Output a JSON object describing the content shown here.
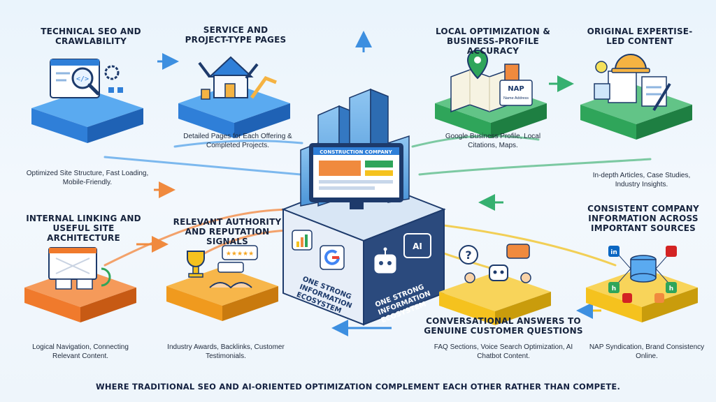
{
  "colors": {
    "blue": "#2f7fd8",
    "light_blue": "#5aaaf0",
    "green": "#2fa55a",
    "orange": "#f07a2c",
    "yellow": "#f5c21e",
    "navy": "#1d3a6b",
    "arrow_blue": "#3d8fe0",
    "arrow_orange": "#f08a3e",
    "arrow_green": "#36b070"
  },
  "center": {
    "screen_label": "CONSTRUCTION COMPANY",
    "left_face_text": "ONE STRONG INFORMATION ECOSYSTEM",
    "right_face_text": "ONE STRONG INFORMATION ECOSYSTEM",
    "icons": [
      "google-icon",
      "ai-chip-icon",
      "robot-icon",
      "analytics-icon"
    ]
  },
  "blocks": [
    {
      "id": "technical-seo",
      "title": "TECHNICAL SEO AND CRAWLABILITY",
      "description": "Optimized Site Structure, Fast Loading, Mobile-Friendly.",
      "icon": "code-magnifier-icon"
    },
    {
      "id": "service-pages",
      "title": "SERVICE AND PROJECT-TYPE PAGES",
      "description": "Detailed Pages for Each Offering & Completed Projects.",
      "icon": "house-tools-icon"
    },
    {
      "id": "local-optimization",
      "title": "LOCAL OPTIMIZATION & BUSINESS-PROFILE ACCURACY",
      "description": "Google Business Profile, Local Citations, Maps.",
      "icon": "map-pin-icon",
      "nap_label": "NAP",
      "nap_sub": "Name Address"
    },
    {
      "id": "original-content",
      "title": "ORIGINAL EXPERTISE-LED CONTENT",
      "description": "In-depth Articles, Case Studies, Industry Insights.",
      "icon": "hardhat-document-icon"
    },
    {
      "id": "internal-linking",
      "title": "INTERNAL LINKING AND USEFUL SITE ARCHITECTURE",
      "description": "Logical Navigation, Connecting Relevant Content.",
      "icon": "sitemap-icon"
    },
    {
      "id": "authority",
      "title": "RELEVANT AUTHORITY AND REPUTATION SIGNALS",
      "description": "Industry Awards, Backlinks, Customer Testimonials.",
      "icon": "trophy-handshake-icon"
    },
    {
      "id": "conversational",
      "title": "CONVERSATIONAL ANSWERS TO GENUINE CUSTOMER QUESTIONS",
      "description": "FAQ Sections, Voice Search Optimization, AI Chatbot Content.",
      "icon": "chatbot-icon"
    },
    {
      "id": "consistent-info",
      "title": "CONSISTENT COMPANY INFORMATION ACROSS IMPORTANT SOURCES",
      "description": "NAP Syndication, Brand Consistency Online.",
      "icon": "database-network-icon"
    }
  ],
  "footer": "WHERE TRADITIONAL SEO AND AI-ORIENTED OPTIMIZATION COMPLEMENT EACH OTHER RATHER THAN COMPETE."
}
